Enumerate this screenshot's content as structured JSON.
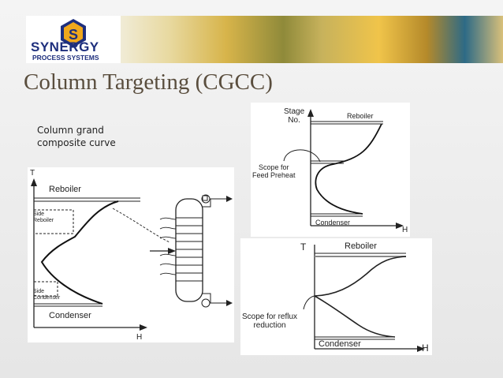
{
  "logo": {
    "title": "SYNERGY",
    "subtitle": "PROCESS SYSTEMS"
  },
  "slide_title": "Column Targeting (CGCC)",
  "caption": {
    "line1": "Column grand",
    "line2": "composite curve"
  },
  "left_diagram": {
    "t_label": "T",
    "h_label": "H",
    "reboiler": "Reboiler",
    "condenser": "Condenser",
    "side_reboiler": [
      "Side",
      "Reboiler"
    ],
    "side_condenser": [
      "Side",
      "Condenser"
    ]
  },
  "top_right_diagram": {
    "y_label": [
      "Stage",
      "No."
    ],
    "reboiler": "Reboiler",
    "condenser": "Condenser",
    "h_label": "H",
    "scope": [
      "Scope for",
      "Feed Preheat"
    ]
  },
  "bottom_right_diagram": {
    "t_label": "T",
    "h_label": "H",
    "reboiler": "Reboiler",
    "condenser": "Condenser",
    "scope": [
      "Scope for reflux",
      "reduction"
    ]
  }
}
